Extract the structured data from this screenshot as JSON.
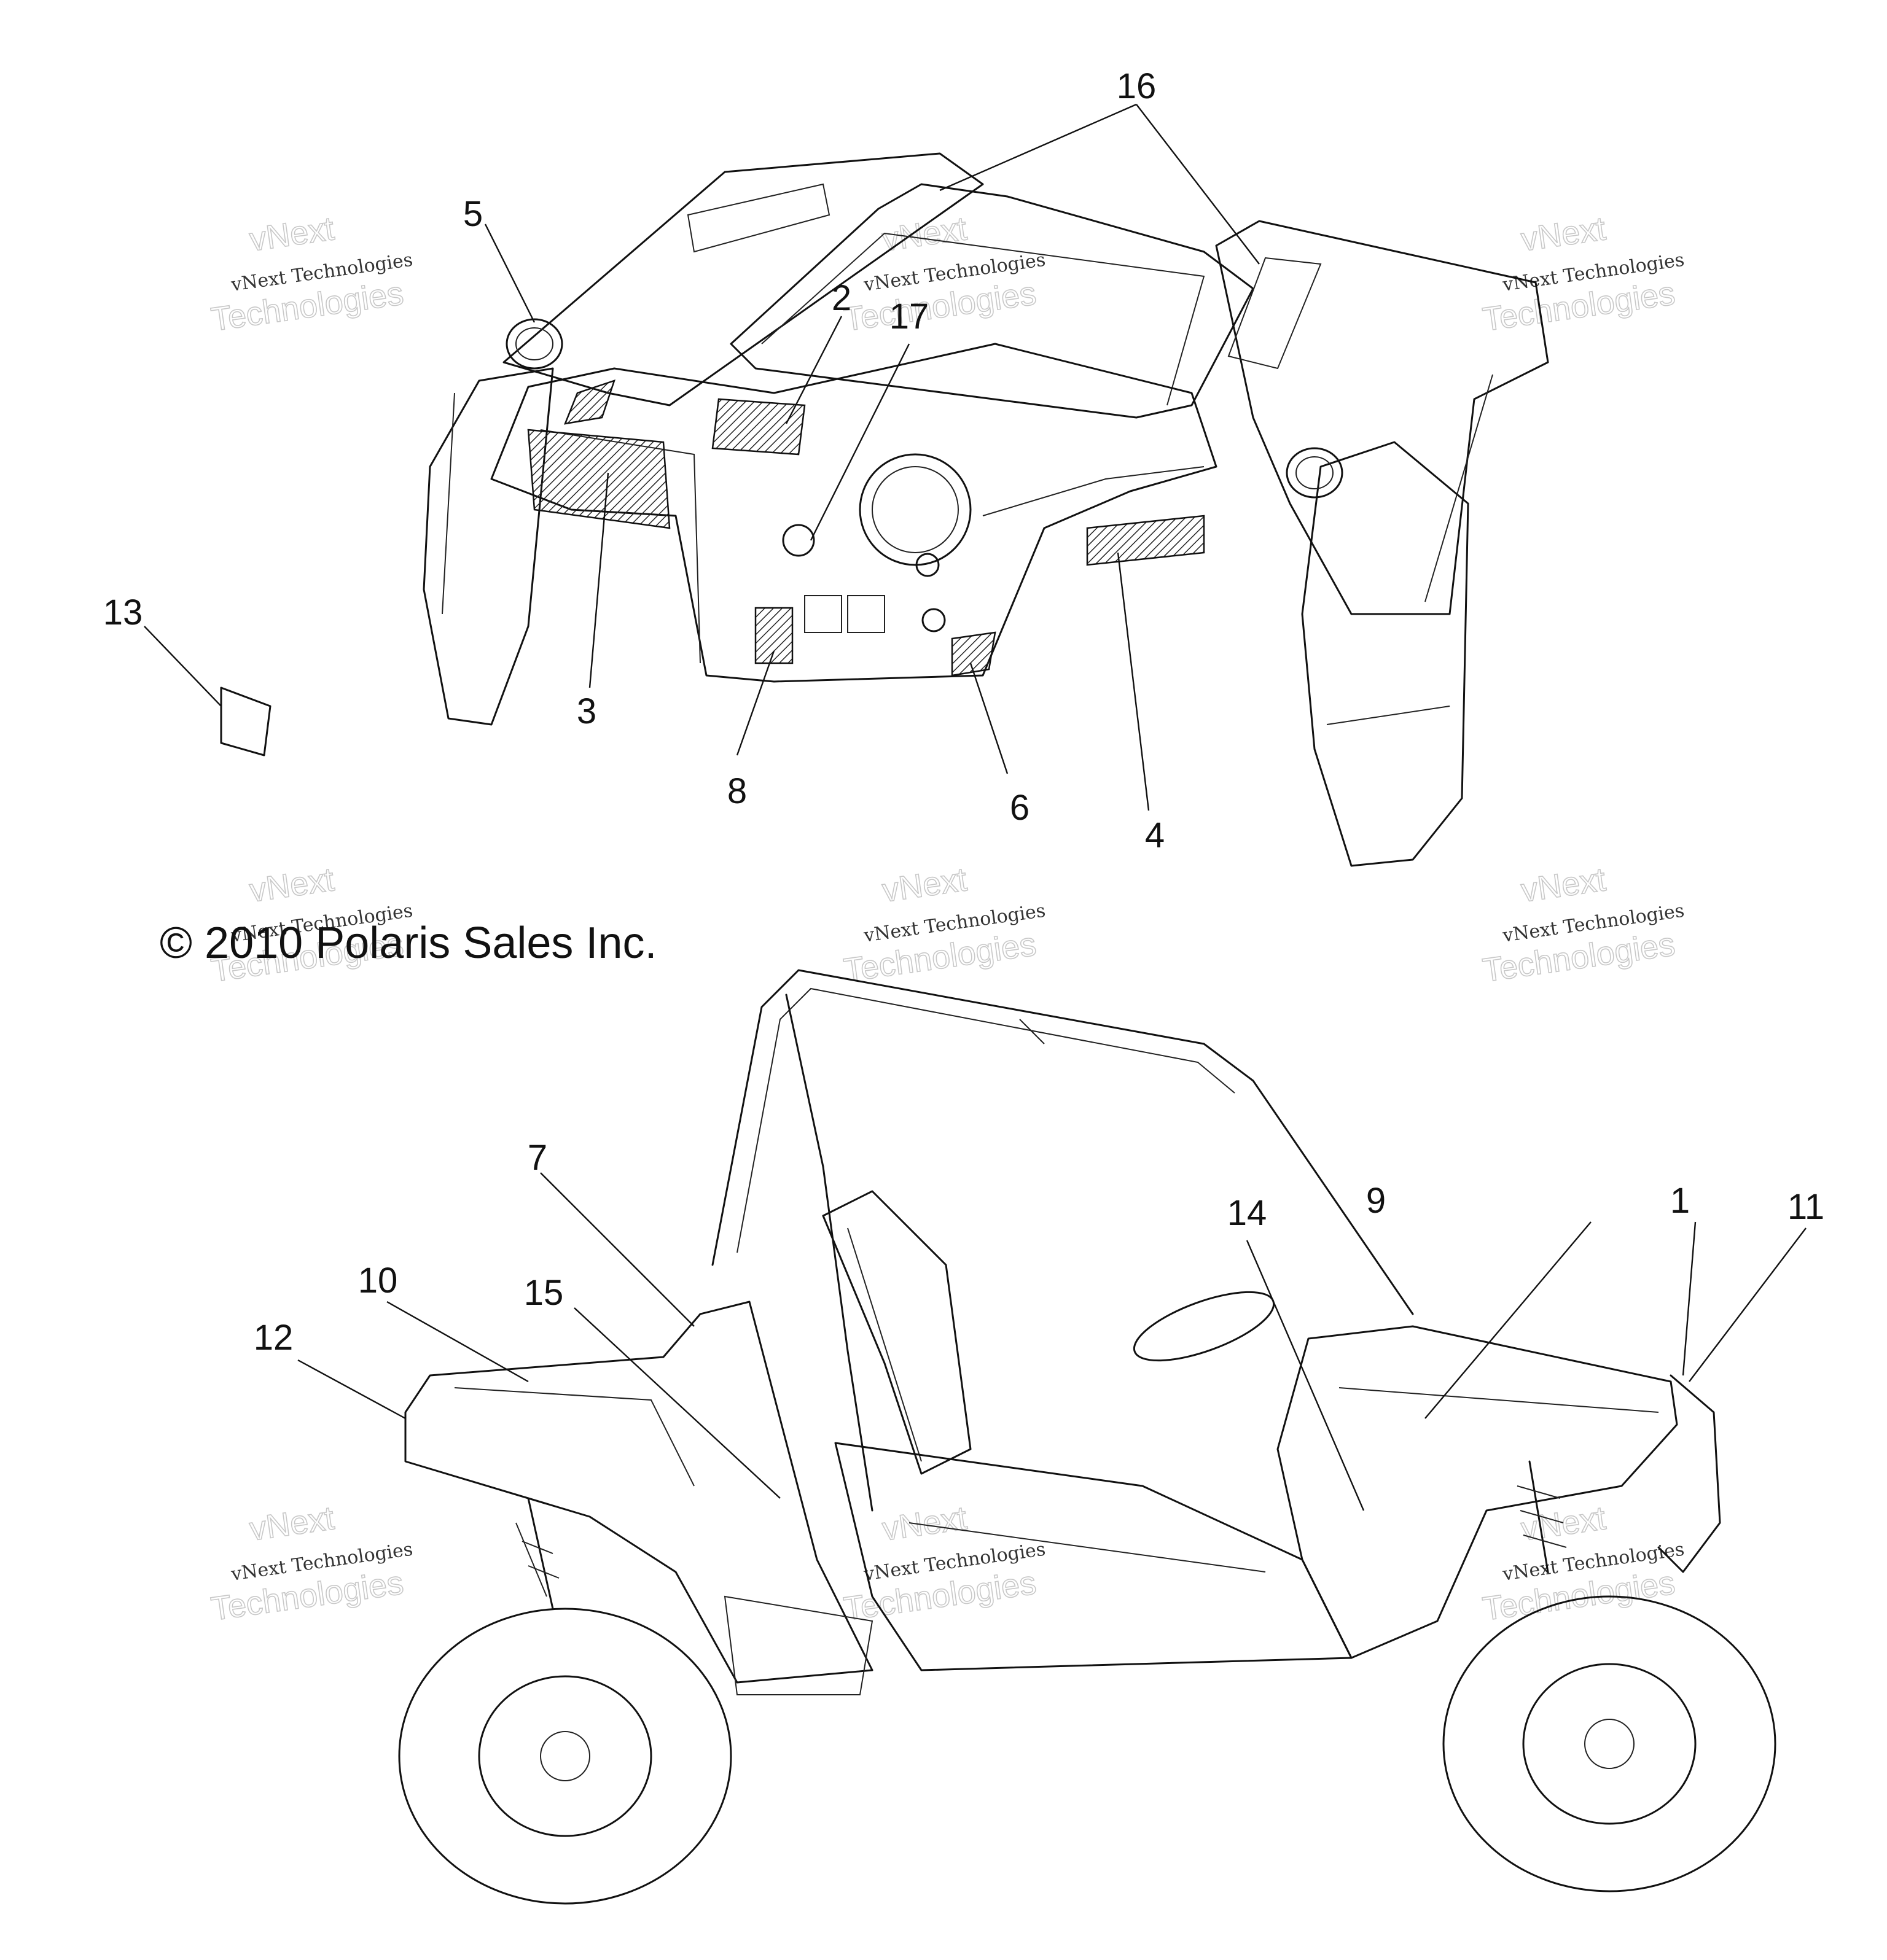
{
  "copyright": "© 2010 Polaris Sales Inc.",
  "watermark": {
    "line1": "vNext",
    "line2": "vNext Technologies",
    "line3": "Technologies"
  },
  "callouts": [
    "1",
    "2",
    "3",
    "4",
    "5",
    "6",
    "7",
    "8",
    "9",
    "10",
    "11",
    "12",
    "13",
    "14",
    "15",
    "16",
    "17"
  ],
  "assemblies": {
    "top": "dash-and-cargo-assembly",
    "bottom": "vehicle-side-view"
  }
}
